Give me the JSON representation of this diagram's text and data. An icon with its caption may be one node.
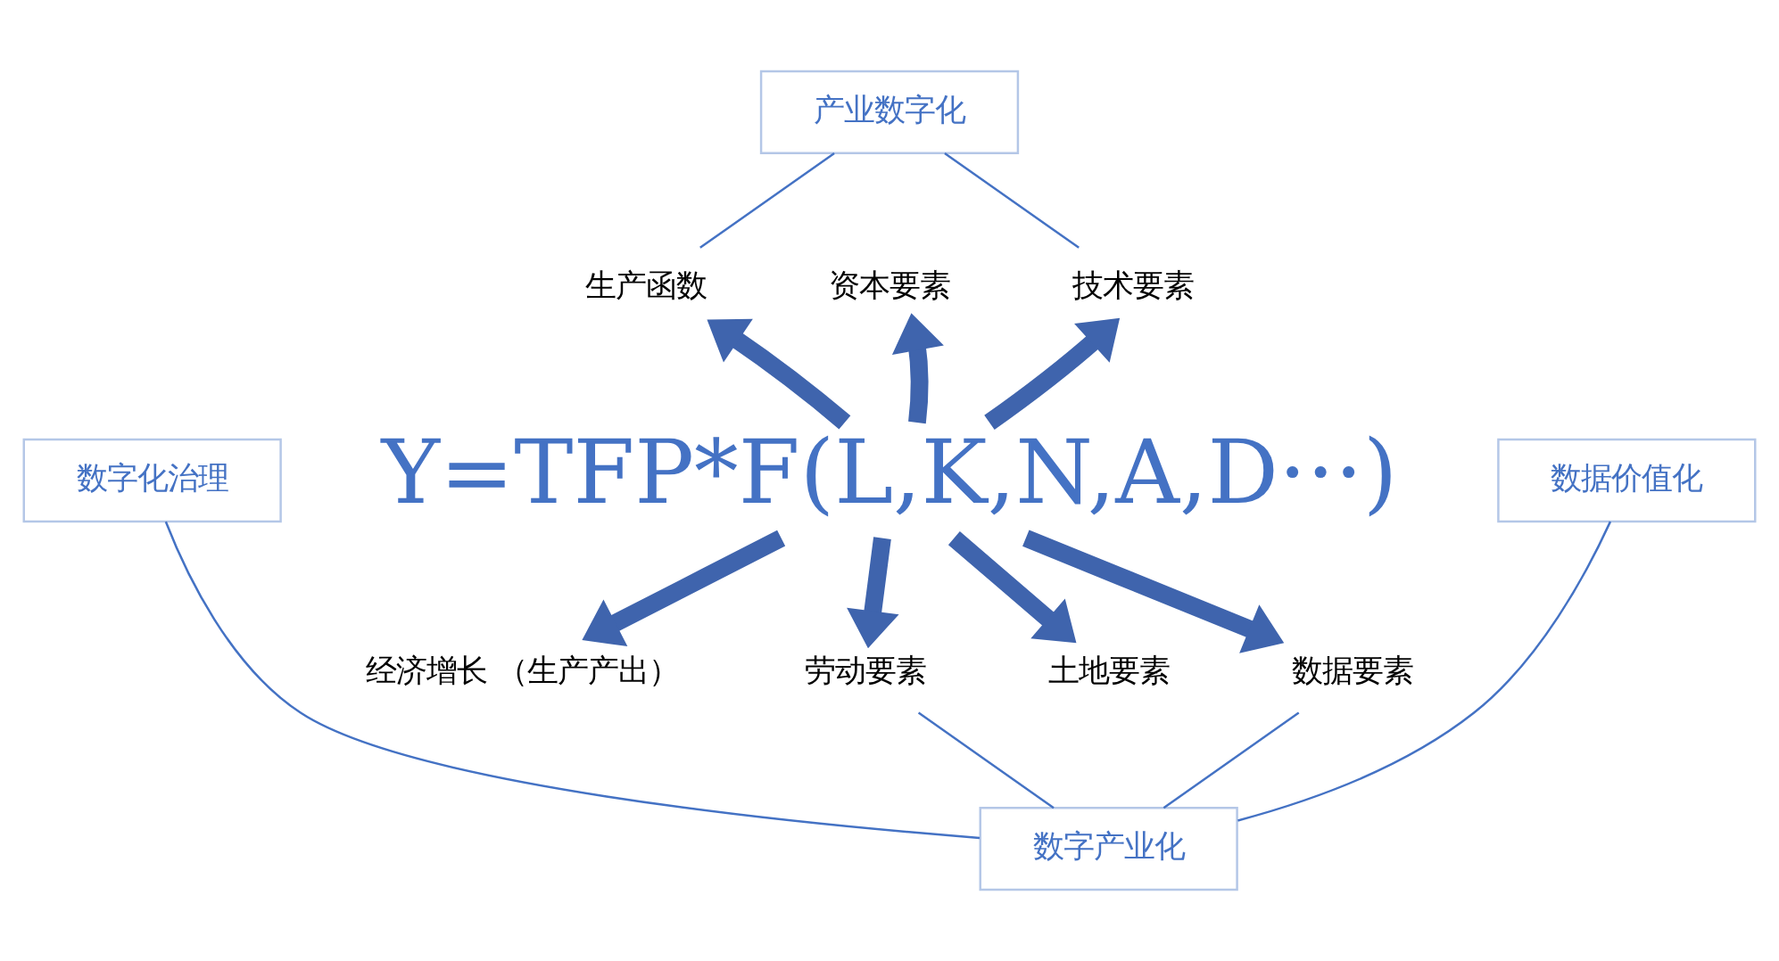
{
  "diagram": {
    "nodes": [
      {
        "text": [
          "产业数字化"
        ]
      },
      {
        "text": [
          "生产函数"
        ]
      },
      {
        "text": [
          "资本要素"
        ]
      },
      {
        "text": [
          "技术要素"
        ]
      },
      {
        "text": [
          "数字化治理"
        ]
      },
      {
        "text": [
          "Y=TFP*F(L,K,N,A,D···)"
        ]
      },
      {
        "text": [
          "数据价值化"
        ]
      },
      {
        "text": [
          "经济增长 （生产产出）"
        ]
      },
      {
        "text": [
          "劳动要素"
        ]
      },
      {
        "text": [
          "土地要素"
        ]
      },
      {
        "text": [
          "数据要素"
        ]
      },
      {
        "text": [
          "数字产业化"
        ]
      }
    ],
    "edges": [
      {
        "from": 0,
        "to": 1,
        "arrow": "none"
      },
      {
        "from": 0,
        "to": 3,
        "arrow": "none"
      },
      {
        "from": 5,
        "to": 1,
        "arrow": "to"
      },
      {
        "from": 5,
        "to": 2,
        "arrow": "to"
      },
      {
        "from": 5,
        "to": 3,
        "arrow": "to"
      },
      {
        "from": 5,
        "to": 7,
        "arrow": "to"
      },
      {
        "from": 5,
        "to": 8,
        "arrow": "to"
      },
      {
        "from": 5,
        "to": 9,
        "arrow": "to"
      },
      {
        "from": 5,
        "to": 10,
        "arrow": "to"
      },
      {
        "from": 4,
        "to": 11,
        "arrow": "none"
      },
      {
        "from": 8,
        "to": 11,
        "arrow": "none"
      },
      {
        "from": 10,
        "to": 11,
        "arrow": "none"
      },
      {
        "from": 6,
        "to": 11,
        "arrow": "none"
      }
    ]
  }
}
